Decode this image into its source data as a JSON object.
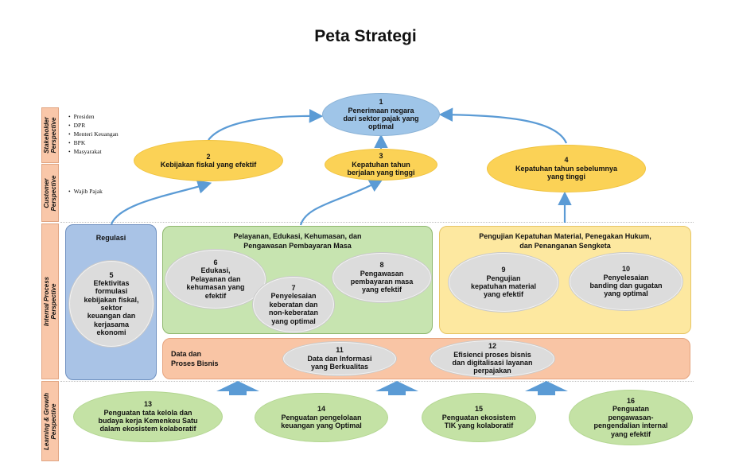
{
  "title": "Peta Strategi",
  "perspectives": {
    "stakeholder": "Stakeholder\nPerspective",
    "customer": "Customer\nPerspective",
    "internal": "Internal Process\nPerspective",
    "learning": "Learning & Growth\nPerspective"
  },
  "stakeholders": [
    "Presiden",
    "DPR",
    "Menteri Keuangan",
    "BPK",
    "Masyarakat"
  ],
  "customers": [
    "Wajib Pajak"
  ],
  "objectives": {
    "o1": {
      "num": "1",
      "text": "Penerimaan negara\ndari sektor pajak yang\noptimal"
    },
    "o2": {
      "num": "2",
      "text": "Kebijakan fiskal yang efektif"
    },
    "o3": {
      "num": "3",
      "text": "Kepatuhan tahun\nberjalan yang tinggi"
    },
    "o4": {
      "num": "4",
      "text": "Kepatuhan tahun sebelumnya\nyang tinggi"
    },
    "o5": {
      "num": "5",
      "text": "Efektivitas\nformulasi\nkebijakan fiskal,\nsektor\nkeuangan dan\nkerjasama\nekonomi"
    },
    "o6": {
      "num": "6",
      "text": "Edukasi,\nPelayanan dan\nkehumasan yang\nefektif"
    },
    "o7": {
      "num": "7",
      "text": "Penyelesaian\nkeberatan dan\nnon-keberatan\nyang optimal"
    },
    "o8": {
      "num": "8",
      "text": "Pengawasan\npembayaran masa\nyang efektif"
    },
    "o9": {
      "num": "9",
      "text": "Pengujian\nkepatuhan material\nyang efektif"
    },
    "o10": {
      "num": "10",
      "text": "Penyelesaian\nbanding dan gugatan\nyang optimal"
    },
    "o11": {
      "num": "11",
      "text": "Data dan Informasi\nyang Berkualitas"
    },
    "o12": {
      "num": "12",
      "text": "Efisienci proses bisnis\ndan digitalisasi layanan\nperpajakan"
    },
    "o13": {
      "num": "13",
      "text": "Penguatan tata kelola dan\nbudaya kerja Kemenkeu Satu\ndalam ekosistem kolaboratif"
    },
    "o14": {
      "num": "14",
      "text": "Penguatan pengelolaan\nkeuangan yang Optimal"
    },
    "o15": {
      "num": "15",
      "text": "Penguatan ekosistem\nTIK yang kolaboratif"
    },
    "o16": {
      "num": "16",
      "text": "Penguatan\npengawasan-\npengendalian internal\nyang efektif"
    }
  },
  "groups": {
    "regulasi": "Regulasi",
    "pelayanan": "Pelayanan, Edukasi, Kehumasan, dan\nPengawasan Pembayaran Masa",
    "pengujian": "Pengujian Kepatuhan Material, Penegakan Hukum,\ndan Penanganan Sengketa",
    "data": "Data dan\nProses Bisnis"
  },
  "colors": {
    "stakeholder_ellipse": "#9fc5e8",
    "customer_ellipse": "#fbd256",
    "process_ellipse": "#dcdcdc",
    "learning_ellipse": "#c4e2a5",
    "perspective_label": "#f9c7a9",
    "arrow": "#5b9bd5"
  }
}
